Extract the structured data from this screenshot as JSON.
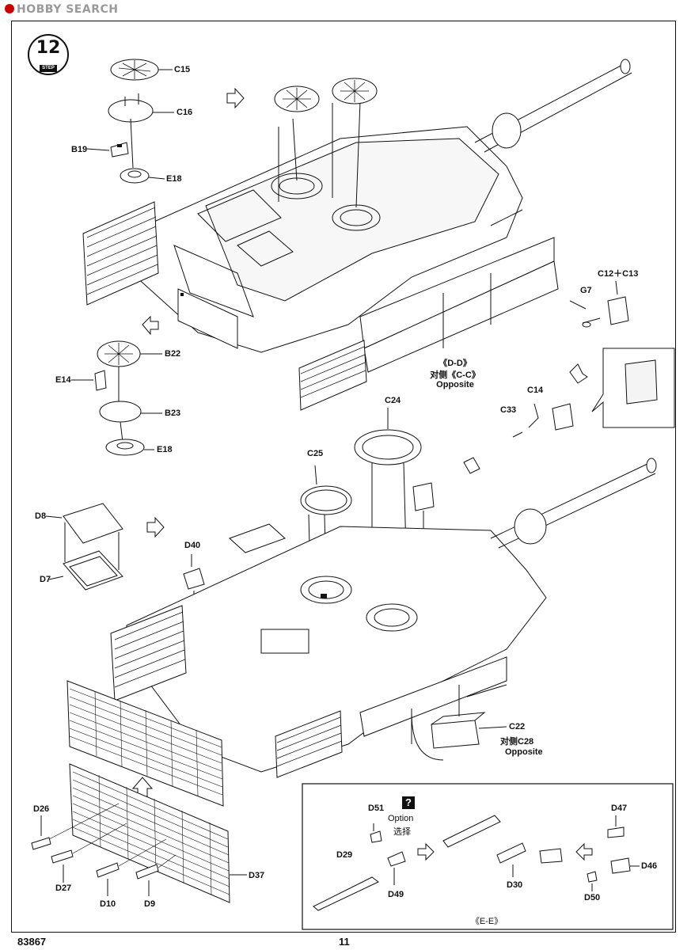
{
  "watermark": {
    "text": "HOBBY SEARCH",
    "color": "#c00000"
  },
  "step": {
    "number": "12",
    "tag": "STEP"
  },
  "labels": {
    "C15": "C15",
    "C16": "C16",
    "B19": "B19",
    "E18a": "E18",
    "B22": "B22",
    "E14": "E14",
    "B23": "B23",
    "E18b": "E18",
    "C12C13": "C12＋C13",
    "G7": "G7",
    "C14": "C14",
    "C33": "C33",
    "DD": "《D-D》",
    "CC": "对侧《C-C》",
    "Opposite1": "Opposite",
    "C24": "C24",
    "C25": "C25",
    "D8": "D8",
    "D7": "D7",
    "D40": "D40",
    "C22": "C22",
    "C28": "对侧C28",
    "Opposite2": "Opposite",
    "D26": "D26",
    "D27": "D27",
    "D10": "D10",
    "D9": "D9",
    "D37": "D37",
    "D51": "D51",
    "Option": "Option",
    "OptionCN": "选择",
    "D29": "D29",
    "D49": "D49",
    "D30": "D30",
    "D47": "D47",
    "D46": "D46",
    "D50": "D50",
    "EE": "《E-E》"
  },
  "option_icon": "?",
  "footer": {
    "model": "83867",
    "page": "11"
  }
}
